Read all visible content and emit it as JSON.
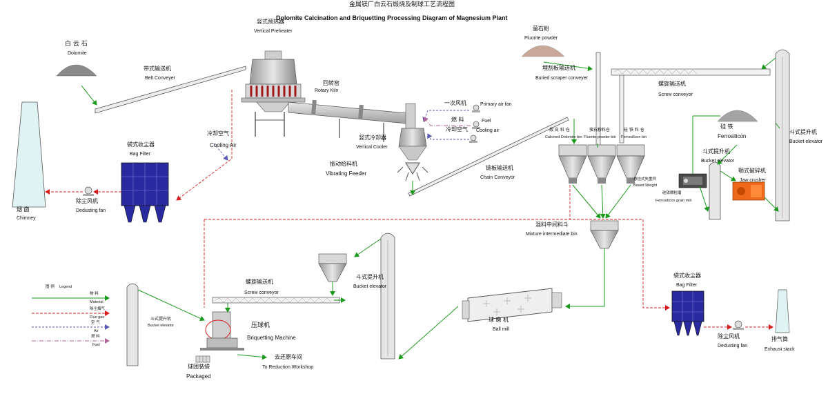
{
  "title": {
    "cn": "金属镁厂白云石煅烧及制球工艺流程图",
    "en": "Dolomite Calcination and Briquetting Processing Diagram of Magnesium Plant"
  },
  "colors": {
    "material": "#1a9a1a",
    "flue_gas": "#d62020",
    "air": "#5a5ab4",
    "fuel": "#b0669a",
    "filter_blue": "#2a2aa0",
    "equipment_gray": "#b8b8b8"
  },
  "labels": {
    "dolomite": {
      "cn": "白 云 石",
      "en": "Dolomite"
    },
    "belt_conveyor": {
      "cn": "带式输送机",
      "en": "Belt Conveyer"
    },
    "vertical_preheater": {
      "cn": "竖式预热器",
      "en": "Vertical Preheater"
    },
    "rotary_kiln": {
      "cn": "回转窑",
      "en": "Rotary Kiln"
    },
    "primary_air_fan": {
      "cn": "一次风机",
      "en": "Primary air fan"
    },
    "fuel": {
      "cn": "燃 料",
      "en": "Fuel"
    },
    "cooling_air_fan": {
      "cn": "冷却空气",
      "en": "Cooling air"
    },
    "vertical_cooler": {
      "cn": "竖式冷却器",
      "en": "Vertical Cooler"
    },
    "vibrating_feeder": {
      "cn": "振动给料机",
      "en": "Vibrating Feeder"
    },
    "cooling_air_duct": {
      "cn": "冷却空气",
      "en": "Cooling Air"
    },
    "chimney": {
      "cn": "烟 囱",
      "en": "Chimney"
    },
    "dedusting_fan_left": {
      "cn": "除尘风机",
      "en": "Dedusting fan"
    },
    "bag_filter_left": {
      "cn": "袋式收尘器",
      "en": "Bag Filter"
    },
    "chain_conveyor": {
      "cn": "链板输送机",
      "en": "Chain Conveyor"
    },
    "fluorite_powder": {
      "cn": "萤石粉",
      "en": "Fluorite powder"
    },
    "buried_scraper": {
      "cn": "埋刮板输送机",
      "en": "Buried scraper conveyer"
    },
    "screw_conveyor_top": {
      "cn": "螺旋输送机",
      "en": "Screw conveyor"
    },
    "calcined_bin": {
      "cn": "煅 白 料 仓",
      "en": "Calcined Dolomite bin"
    },
    "fluorite_bin": {
      "cn": "萤石粉料仓",
      "en": "Fluorite powder bin"
    },
    "ferrosilicon_bin": {
      "cn": "硅 铁 料 仓",
      "en": "Ferrosilicon bin"
    },
    "ferrosilicon": {
      "cn": "硅 铁",
      "en": "Ferrosilicon"
    },
    "bucket_elevator_right": {
      "cn": "斗式提升机",
      "en": "Bucket elevator"
    },
    "bucket_elevator_mid": {
      "cn": "斗式提升机",
      "en": "Bucket elevator"
    },
    "jaw_crusher": {
      "cn": "颚式破碎机",
      "en": "Jaw crusher"
    },
    "based_weight": {
      "cn": "悬挂式失重秤",
      "en": "Based Weight"
    },
    "ferro_grain_mill": {
      "cn": "硅铁颗粒磨",
      "en": "Ferrosilicon grain mill"
    },
    "mixture_bin": {
      "cn": "混料中间料斗",
      "en": "Mixture intermediate bin"
    },
    "bucket_elevator_center": {
      "cn": "斗式提升机",
      "en": "Bucket elevator"
    },
    "screw_conveyor_bottom": {
      "cn": "螺旋输送机",
      "en": "Screw conveyor"
    },
    "briquetting_machine": {
      "cn": "压球机",
      "en": "Briquetting Machine"
    },
    "bucket_elevator_left": {
      "cn": "斗式提升机",
      "en": "Bucket elevator"
    },
    "packaged": {
      "cn": "球团装袋",
      "en": "Packaged"
    },
    "to_reduction": {
      "cn": "去还原车间",
      "en": "To Reduction Workshop"
    },
    "ball_mill": {
      "cn": "球 磨 机",
      "en": "Ball mill"
    },
    "bag_filter_right": {
      "cn": "袋式收尘器",
      "en": "Bag Filter"
    },
    "dedusting_fan_right": {
      "cn": "除尘风机",
      "en": "Dedusting fan"
    },
    "exhaust_stack": {
      "cn": "排气筒",
      "en": "Exhaust stack"
    }
  },
  "legend": {
    "title_cn": "图 例",
    "title_en": "Legend",
    "items": [
      {
        "cn": "物 料",
        "en": "Material",
        "color": "#1a9a1a",
        "style": "solid"
      },
      {
        "cn": "除尘烟气",
        "en": "Flue gas",
        "color": "#d62020",
        "style": "dashed"
      },
      {
        "cn": "空 气",
        "en": "Air",
        "color": "#5a5ab4",
        "style": "dashed"
      },
      {
        "cn": "燃 料",
        "en": "Fuel",
        "color": "#b0669a",
        "style": "dashdot"
      }
    ]
  }
}
